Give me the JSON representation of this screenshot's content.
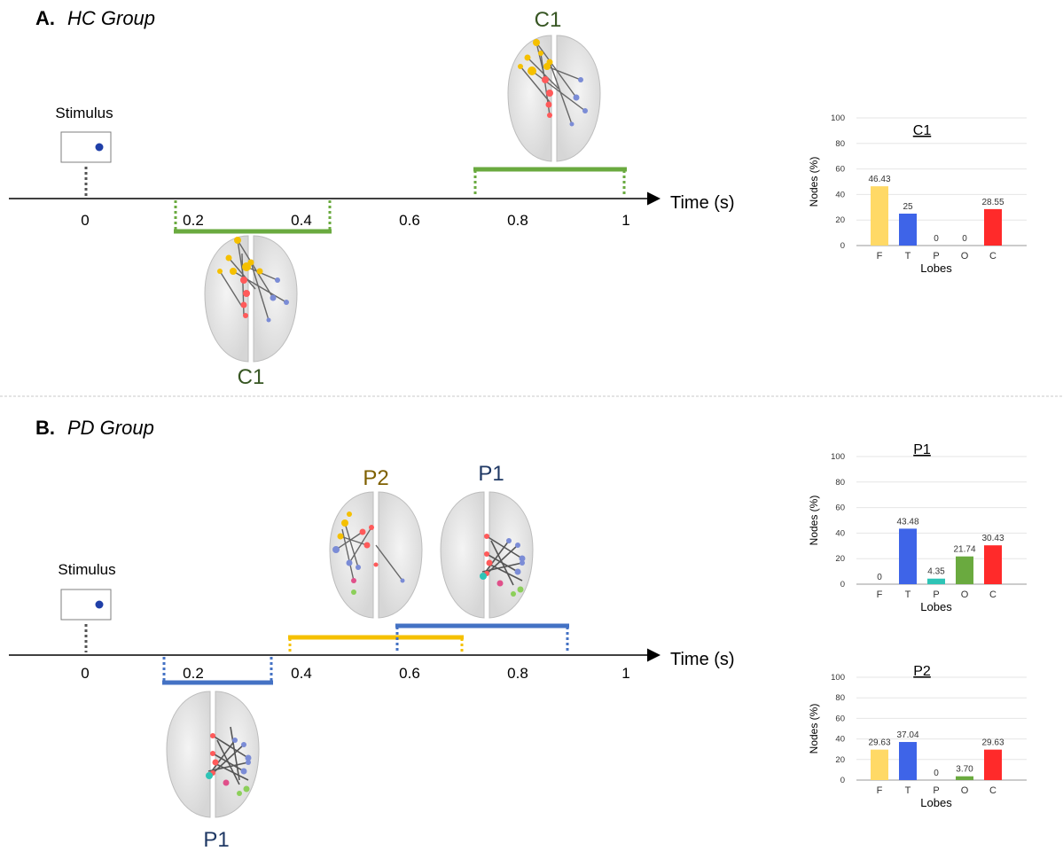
{
  "panel_a": {
    "label": "A.",
    "title": "HC Group",
    "stimulus_label": "Stimulus",
    "axis_label": "Time (s)",
    "ticks": [
      "0",
      "0.2",
      "0.4",
      "0.6",
      "0.8",
      "1"
    ],
    "brains": [
      {
        "label": "C1"
      },
      {
        "label": "C1"
      }
    ],
    "windows": [
      {
        "label": "C1",
        "start": 0.17,
        "end": 0.46,
        "color": "#6aaa3f"
      },
      {
        "label": "C1",
        "start": 0.72,
        "end": 1.0,
        "color": "#6aaa3f"
      }
    ]
  },
  "panel_b": {
    "label": "B.",
    "title": "PD Group",
    "stimulus_label": "Stimulus",
    "axis_label": "Time (s)",
    "ticks": [
      "0",
      "0.2",
      "0.4",
      "0.6",
      "0.8",
      "1"
    ],
    "brains": [
      {
        "label": "P2"
      },
      {
        "label": "P1"
      },
      {
        "label": "P1"
      }
    ],
    "windows": [
      {
        "label": "P1",
        "start": 0.15,
        "end": 0.35,
        "color": "#4472c4"
      },
      {
        "label": "P2",
        "start": 0.38,
        "end": 0.7,
        "color": "#f5c000"
      },
      {
        "label": "P1",
        "start": 0.58,
        "end": 0.89,
        "color": "#4472c4"
      }
    ]
  },
  "label_colors": {
    "C1": "#375623",
    "P1": "#1f3864",
    "P2": "#7f6000"
  },
  "chart_data": [
    {
      "type": "bar",
      "title": "C1",
      "xlabel": "Lobes",
      "ylabel": "Nodes (%)",
      "ylim": [
        0,
        100
      ],
      "yticks": [
        "0",
        "20",
        "40",
        "60",
        "80",
        "100"
      ],
      "categories": [
        "F",
        "T",
        "P",
        "O",
        "C"
      ],
      "values": [
        46.43,
        25,
        0,
        0,
        28.55
      ],
      "value_labels": [
        "46.43",
        "25",
        "0",
        "0",
        "28.55"
      ],
      "colors": [
        "#ffd966",
        "#3e64e8",
        "#2ec4b6",
        "#6aaa3f",
        "#ff2a2a"
      ],
      "grid": true
    },
    {
      "type": "bar",
      "title": "P1",
      "xlabel": "Lobes",
      "ylabel": "Nodes (%)",
      "ylim": [
        0,
        100
      ],
      "yticks": [
        "0",
        "20",
        "40",
        "60",
        "80",
        "100"
      ],
      "categories": [
        "F",
        "T",
        "P",
        "O",
        "C"
      ],
      "values": [
        0,
        43.48,
        4.35,
        21.74,
        30.43
      ],
      "value_labels": [
        "0",
        "43.48",
        "4.35",
        "21.74",
        "30.43"
      ],
      "colors": [
        "#ffd966",
        "#3e64e8",
        "#2ec4b6",
        "#6aaa3f",
        "#ff2a2a"
      ],
      "grid": true
    },
    {
      "type": "bar",
      "title": "P2",
      "xlabel": "Lobes",
      "ylabel": "Nodes (%)",
      "ylim": [
        0,
        100
      ],
      "yticks": [
        "0",
        "20",
        "40",
        "60",
        "80",
        "100"
      ],
      "categories": [
        "F",
        "T",
        "P",
        "O",
        "C"
      ],
      "values": [
        29.63,
        37.04,
        0,
        3.7,
        29.63
      ],
      "value_labels": [
        "29.63",
        "37.04",
        "0",
        "3.70",
        "29.63"
      ],
      "colors": [
        "#ffd966",
        "#3e64e8",
        "#2ec4b6",
        "#6aaa3f",
        "#ff2a2a"
      ],
      "grid": true
    }
  ]
}
